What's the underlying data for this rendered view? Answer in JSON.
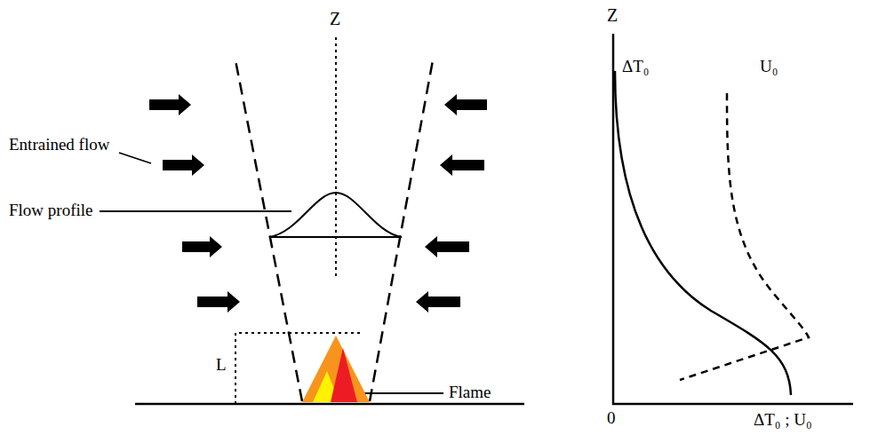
{
  "diagram": {
    "labels": [
      "Z",
      "Entrained flow",
      "Flow profile",
      "L",
      "Flame",
      "Z",
      "ΔT₀",
      "U₀",
      "0",
      "ΔT₀ ; U₀"
    ]
  }
}
